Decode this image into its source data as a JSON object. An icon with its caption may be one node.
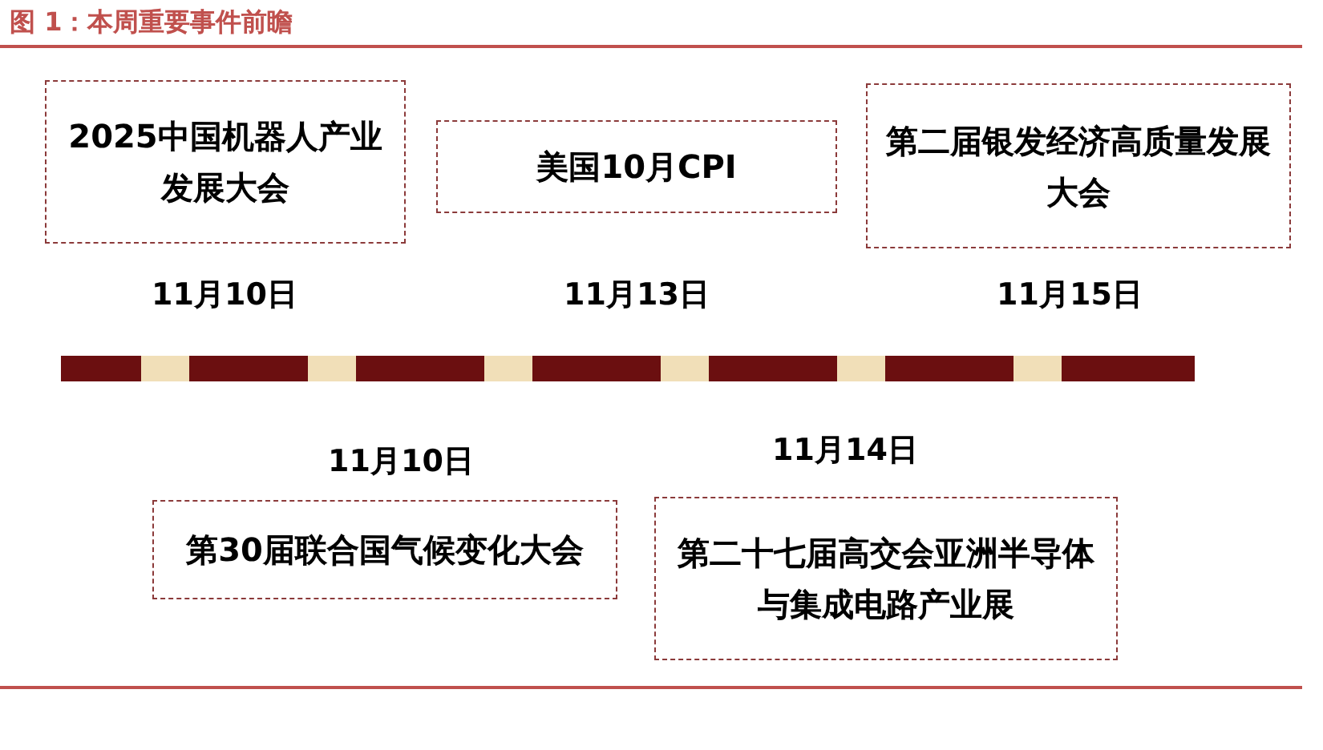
{
  "diagram": {
    "title": "图 1：本周重要事件前瞻",
    "nodes": [
      {
        "text": [
          "2025中国机器人产业发展大会"
        ],
        "beside": [
          "11月10日"
        ]
      },
      {
        "text": [
          "美国10月CPI"
        ],
        "beside": [
          "11月13日"
        ]
      },
      {
        "text": [
          "第二届银发经济高质量发展大会"
        ],
        "beside": [
          "11月15日"
        ]
      },
      {
        "text": [
          "第30届联合国气候变化大会"
        ],
        "beside": [
          "11月10日"
        ]
      },
      {
        "text": [
          "第二十七届高交会亚洲半导体与集成电路产业展"
        ],
        "beside": [
          "11月14日"
        ]
      }
    ]
  }
}
